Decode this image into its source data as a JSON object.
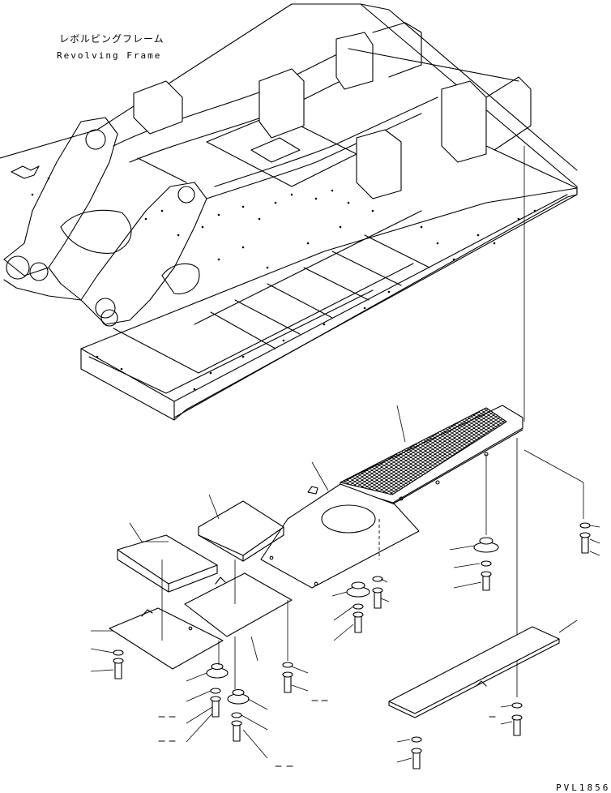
{
  "title_jp": "レボルビングフレーム",
  "title_en": "Revolving Frame",
  "drawing_code": "PVL1856"
}
